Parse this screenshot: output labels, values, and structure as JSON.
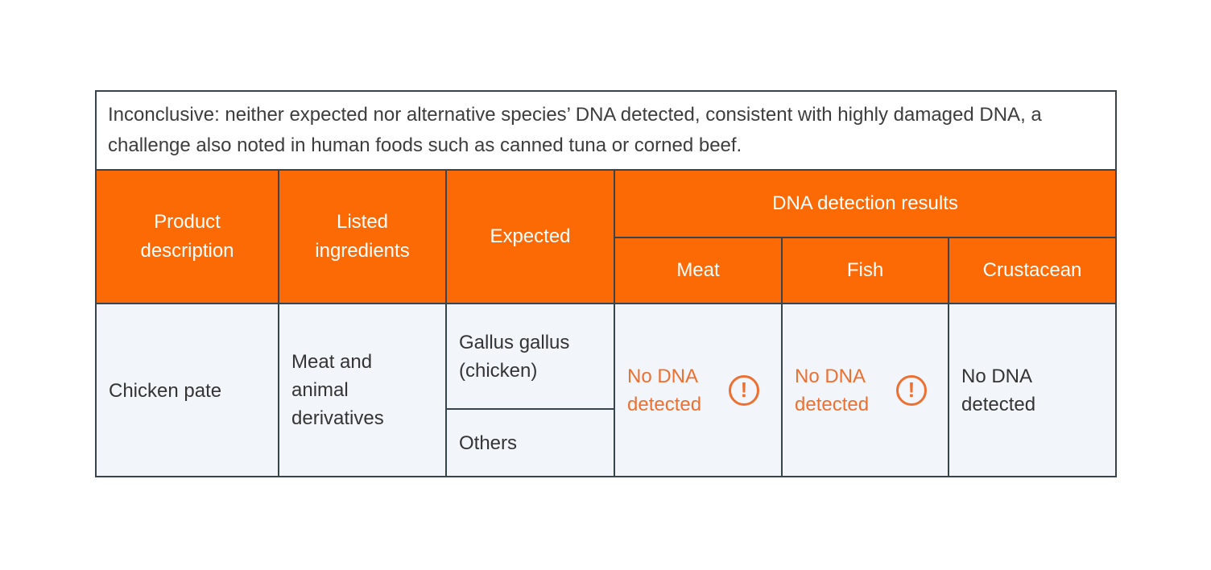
{
  "note": "Inconclusive: neither expected nor alternative species’ DNA detected, consistent with highly damaged DNA, a challenge also noted in human foods such as canned tuna or corned beef.",
  "table": {
    "columns": {
      "product": "Product description",
      "ingredients": "Listed ingredients",
      "expected": "Expected",
      "dna_group": "DNA detection results",
      "meat": "Meat",
      "fish": "Fish",
      "crustacean": "Crustacean"
    },
    "rows": [
      {
        "product": "Chicken pate",
        "ingredients": "Meat and animal derivatives",
        "expected": [
          "Gallus gallus (chicken)",
          "Others"
        ],
        "results": {
          "meat": {
            "text": "No DNA detected",
            "status": "alert"
          },
          "fish": {
            "text": "No DNA detected",
            "status": "alert"
          },
          "crustacean": {
            "text": "No DNA detected",
            "status": "normal"
          }
        }
      }
    ]
  },
  "icons": {
    "alert_glyph": "!"
  },
  "colors": {
    "header_orange": "#fc6a06",
    "alert_orange": "#ee7031",
    "border_dark": "#37444e",
    "cell_background": "#f2f5f9",
    "note_text": "#3d3d3d",
    "body_text": "#343434",
    "header_text": "#ffffff",
    "page_background": "#ffffff"
  }
}
